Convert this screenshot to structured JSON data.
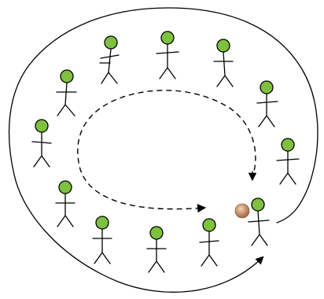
{
  "colors": {
    "figure_head": "#7ec13f",
    "ball_light": "#f3d2b3",
    "ball_dark": "#a0653f",
    "line": "#000000"
  },
  "figures": [
    {
      "id": 1
    },
    {
      "id": 2
    },
    {
      "id": 3
    },
    {
      "id": 4
    },
    {
      "id": 5
    },
    {
      "id": 6
    },
    {
      "id": 7
    },
    {
      "id": 8
    },
    {
      "id": 9
    },
    {
      "id": 10
    },
    {
      "id": 11
    },
    {
      "id": 12
    },
    {
      "id": 13
    },
    {
      "id": 14
    }
  ]
}
